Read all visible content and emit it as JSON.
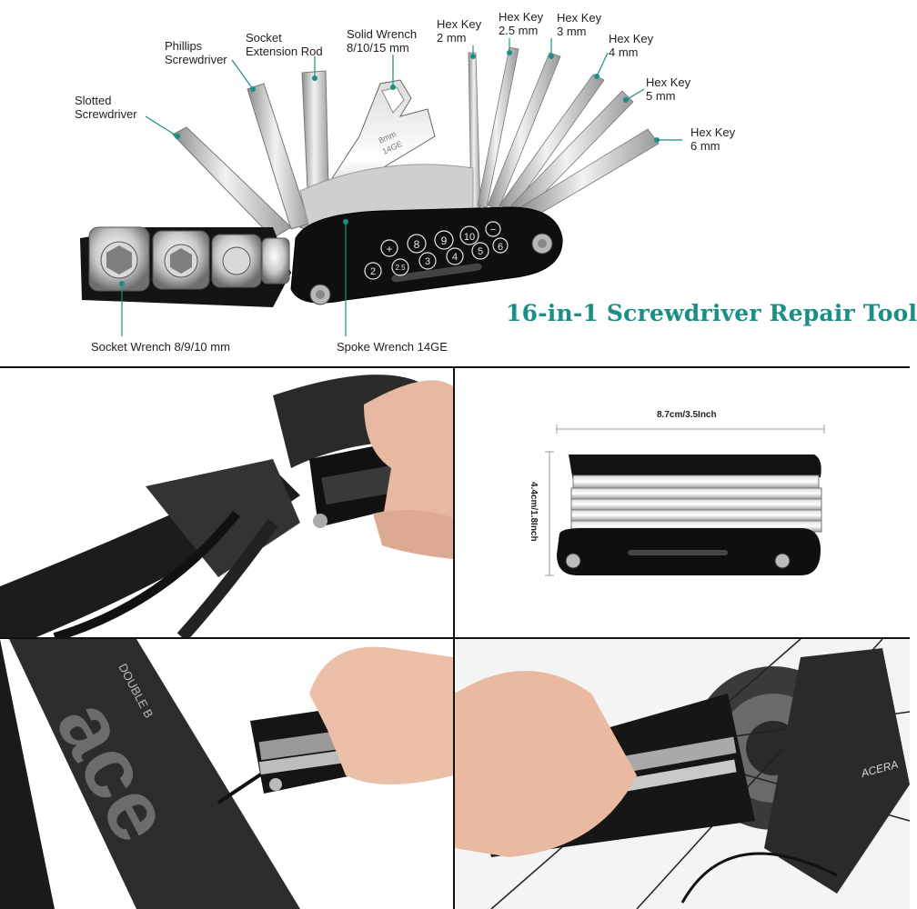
{
  "callouts": {
    "slotted": "Slotted\nScrewdriver",
    "phillips": "Phillips\nScrewdriver",
    "socket_rod": "Socket\nExtension Rod",
    "solid_wrench": "Solid Wrench\n8/10/15 mm",
    "hex2": "Hex Key\n2 mm",
    "hex25": "Hex Key\n2.5 mm",
    "hex3": "Hex Key\n3 mm",
    "hex4": "Hex Key\n4 mm",
    "hex5": "Hex Key\n5 mm",
    "hex6": "Hex Key\n6 mm",
    "socket_wrench": "Socket Wrench 8/9/10 mm",
    "spoke_wrench": "Spoke Wrench 14GE"
  },
  "title": "16-in-1 Screwdriver Repair Tool",
  "tool_markings": {
    "row1": [
      "+",
      "8",
      "9",
      "10",
      "−"
    ],
    "row1_end": "6",
    "row2": [
      "2",
      "2.5",
      "3",
      "4",
      "5"
    ],
    "wrench_mark": "8mm\n14GE"
  },
  "dimensions": {
    "width": "8.7cm/3.5Inch",
    "height": "4.4cm/1.8Inch"
  },
  "frame_text": {
    "brand": "ACERA",
    "frame_decal": "DOUBLE B",
    "frame_letters": "ace"
  },
  "colors": {
    "accent": "#1b8e86",
    "callout_dot": "#1b8e86",
    "tool_body": "#111111"
  }
}
